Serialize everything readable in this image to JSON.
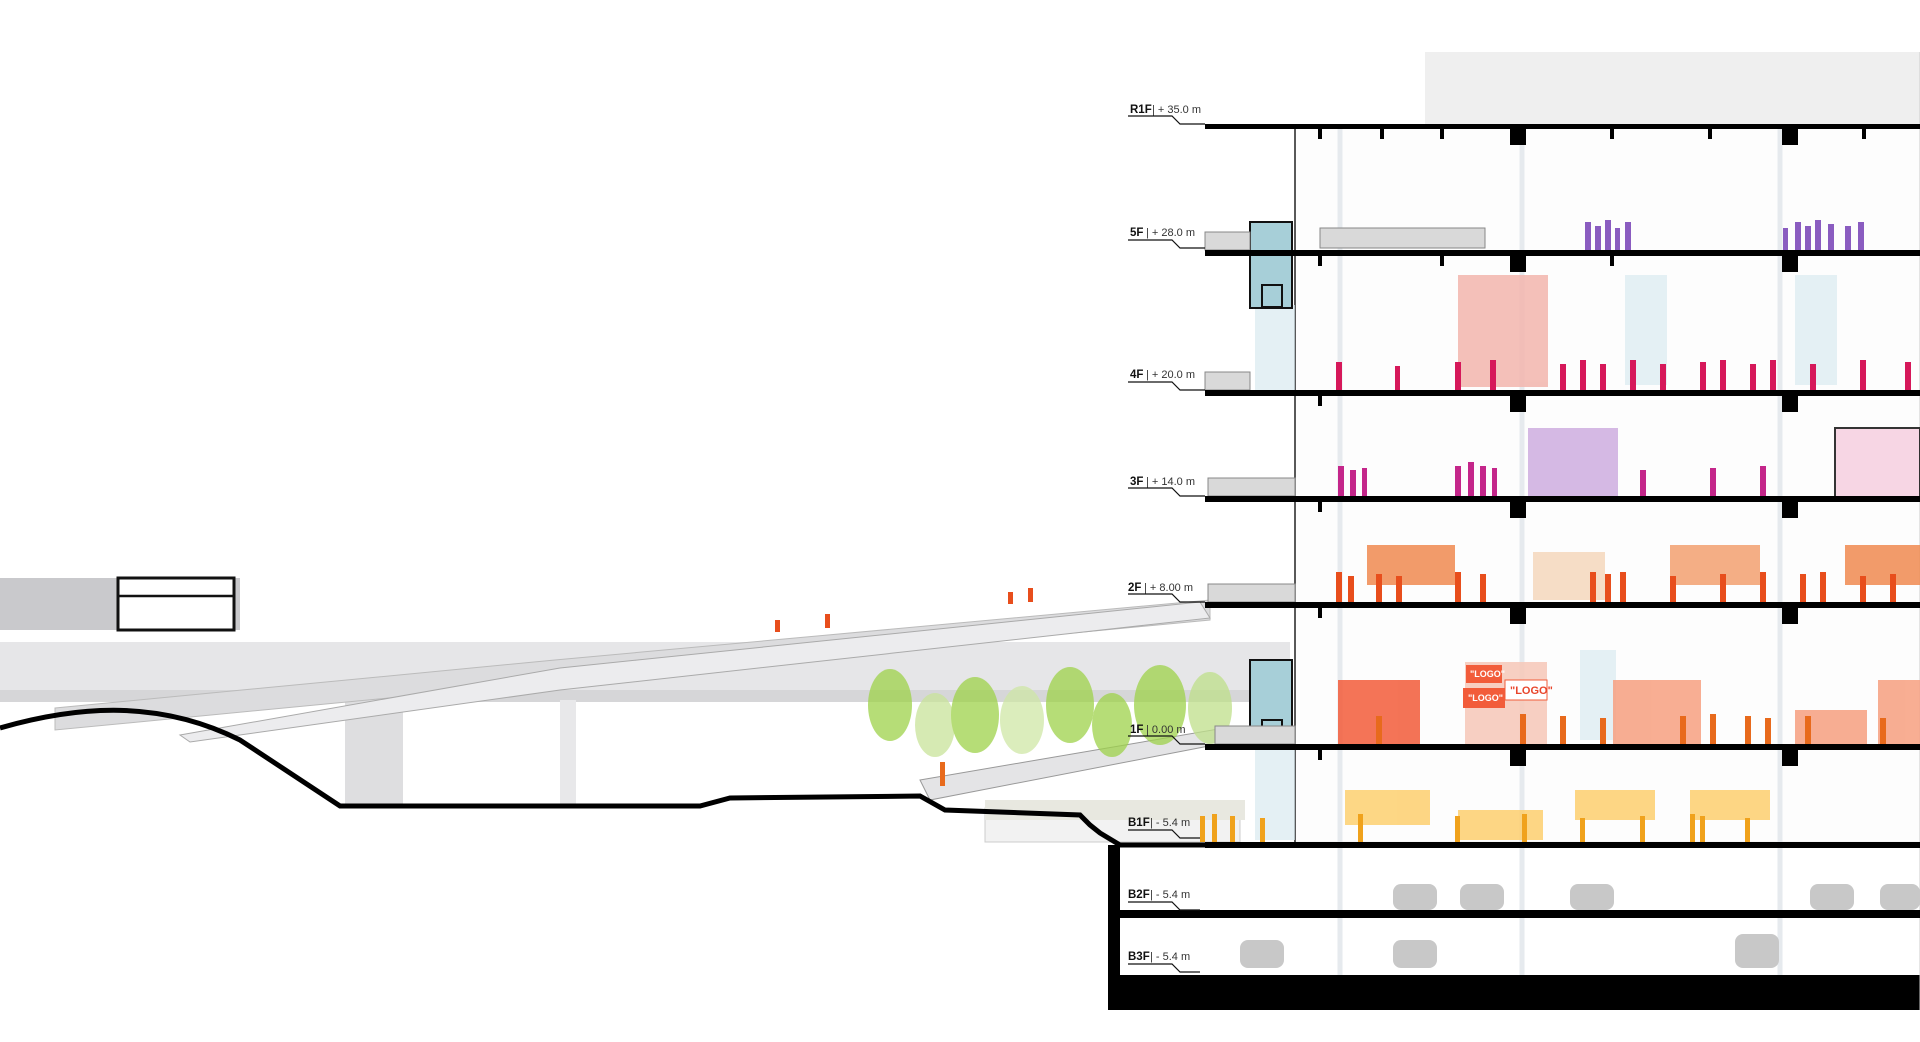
{
  "levels": [
    {
      "code": "R1F",
      "elev": "| + 35.0 m"
    },
    {
      "code": "5F",
      "elev": "| + 28.0 m"
    },
    {
      "code": "4F",
      "elev": "| + 20.0 m"
    },
    {
      "code": "3F",
      "elev": "| + 14.0 m"
    },
    {
      "code": "2F",
      "elev": "| + 8.00 m"
    },
    {
      "code": "1F",
      "elev": "| 0.00 m"
    },
    {
      "code": "B1F",
      "elev": "| - 5.4 m"
    },
    {
      "code": "B2F",
      "elev": "| - 5.4 m"
    },
    {
      "code": "B3F",
      "elev": "| - 5.4 m"
    }
  ],
  "signs": {
    "logo_1": "\"LOGO\"",
    "logo_2": "\"LOGO\"",
    "logo_3": "\"LOGO\""
  },
  "colors": {
    "slab": "#111111",
    "floor_5f_people": "#8a5cc0",
    "floor_4f_people": "#d6185a",
    "floor_3f_people": "#c4268a",
    "floor_2f_people": "#e84e1c",
    "floor_1f_people": "#e86a1c",
    "floor_b1_people": "#f0a21c",
    "cars": "#c8c8c8",
    "trees": "#8ccc3a",
    "bridge": "#e4e4e4"
  }
}
